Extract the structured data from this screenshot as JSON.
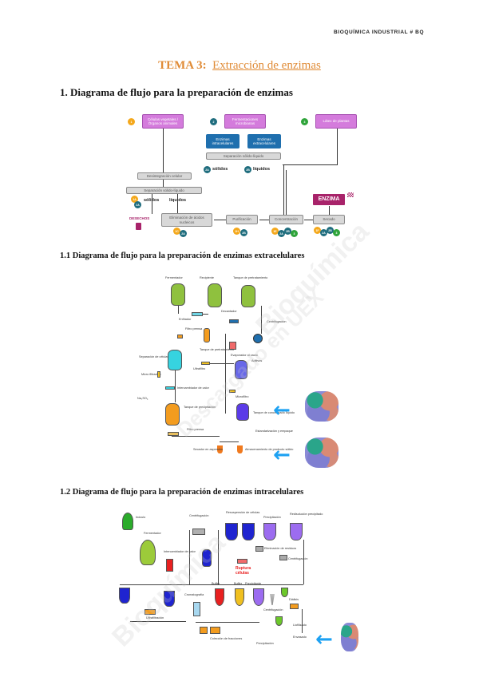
{
  "header": {
    "tag": "BIOQUÍMICA INDUSTRIAL # BQ"
  },
  "title": {
    "prefix": "TEMA 3:",
    "topic": "Extracción de enzimas"
  },
  "section1": {
    "heading": "1. Diagrama de flujo para la preparación de enzimas",
    "diagram": {
      "sources": [
        {
          "num": "1",
          "label": "Células vegetales / Órganos animales"
        },
        {
          "num": "2",
          "label": "Fermentaciones microbianas"
        },
        {
          "num": "3",
          "label": "Látex de plantas"
        }
      ],
      "enzyme_types": [
        "Enzimas intracelulares",
        "Enzimas extracelulares"
      ],
      "separation": "Separación sólido-líquido",
      "disruption": "Desintegración celular",
      "separation2": "Separación sólido-líquido",
      "solids": "sólidos",
      "liquids": "líquidos",
      "waste": "DESECHOS",
      "steps": [
        "Eliminación de ácidos nucleicos",
        "Purificación",
        "Concentración",
        "Secado"
      ],
      "product": "ENZIMA",
      "badges": {
        "solids_top": "2A",
        "liquids_top": "2B",
        "solids_bottom": [
          "1A",
          "2A"
        ],
        "nucleic": [
          "1C",
          "2A"
        ],
        "purif": [
          "1H",
          "2B"
        ],
        "conc": [
          "1E",
          "2A",
          "2B",
          "3"
        ],
        "dry": [
          "1F",
          "2A",
          "2B",
          "3"
        ]
      }
    }
  },
  "section2": {
    "heading": "1.1 Diagrama de flujo para la preparación de enzimas extracelulares",
    "labels": {
      "fermenter": "Fermentador",
      "holding": "Recipiente",
      "pretreatment_tank": "Tanque de pretratamiento",
      "decanter": "Decantador",
      "centrifuge": "Centrifugación",
      "heat_exchanger": "Enfriador",
      "filter": "Filtro prensa",
      "tank_pretreat": "Tanque de pretratamiento",
      "evaporator": "Evaporador al vacío",
      "cell_separation": "Separación de células",
      "microfiltration": "Micro filtración",
      "ultrafiltration": "Ultrafiltro",
      "additives": "Aditivos",
      "heat_exchanger2": "Intercambiador de calor",
      "salt": "Na₂SO₄",
      "precip_tank": "Tanque de precipitación",
      "microfilter2": "Microfiltro",
      "liquid_tank": "Tanque de concentrado líquido",
      "press_filter": "Filtro prensa",
      "dryer": "Secador en aspersión",
      "packaging": "Estandarización y empaque",
      "solid_storage": "Almacenamiento de producto sólido"
    }
  },
  "section3": {
    "heading": "1.2 Diagrama de flujo para la preparación de enzimas intracelulares",
    "labels": {
      "inoculum": "Inóculo",
      "fermenter": "Fermentador",
      "heat_exchanger": "Intercambiador de calor",
      "centrifuge": "Centrifugación",
      "resuspension": "Resuspensión de células",
      "precipitation": "Precipitación",
      "redissolution": "Redisolución precipitado",
      "cell_rupture": "Ruptura células",
      "cell_debris": "Eliminación de residuos",
      "centrifuge2": "Centrifugación",
      "ultrafiltration": "Ultrafiltración",
      "chromatography": "Cromatografía",
      "buffer_a": "Buffer",
      "buffer_b": "Buffer",
      "precipitant": "Precipitante",
      "fraction_collection": "Colección de fracciones",
      "centrifuge3": "Centrifugación",
      "dialysis": "Diálisis",
      "precipitation2": "Precipitación",
      "lyophilized": "Liofilizado",
      "packaging": "Envasado"
    }
  },
  "watermarks": [
    "Bioquímica",
    "Descargado en UEX",
    "Bioquímica",
    "Descargado en UEX"
  ]
}
